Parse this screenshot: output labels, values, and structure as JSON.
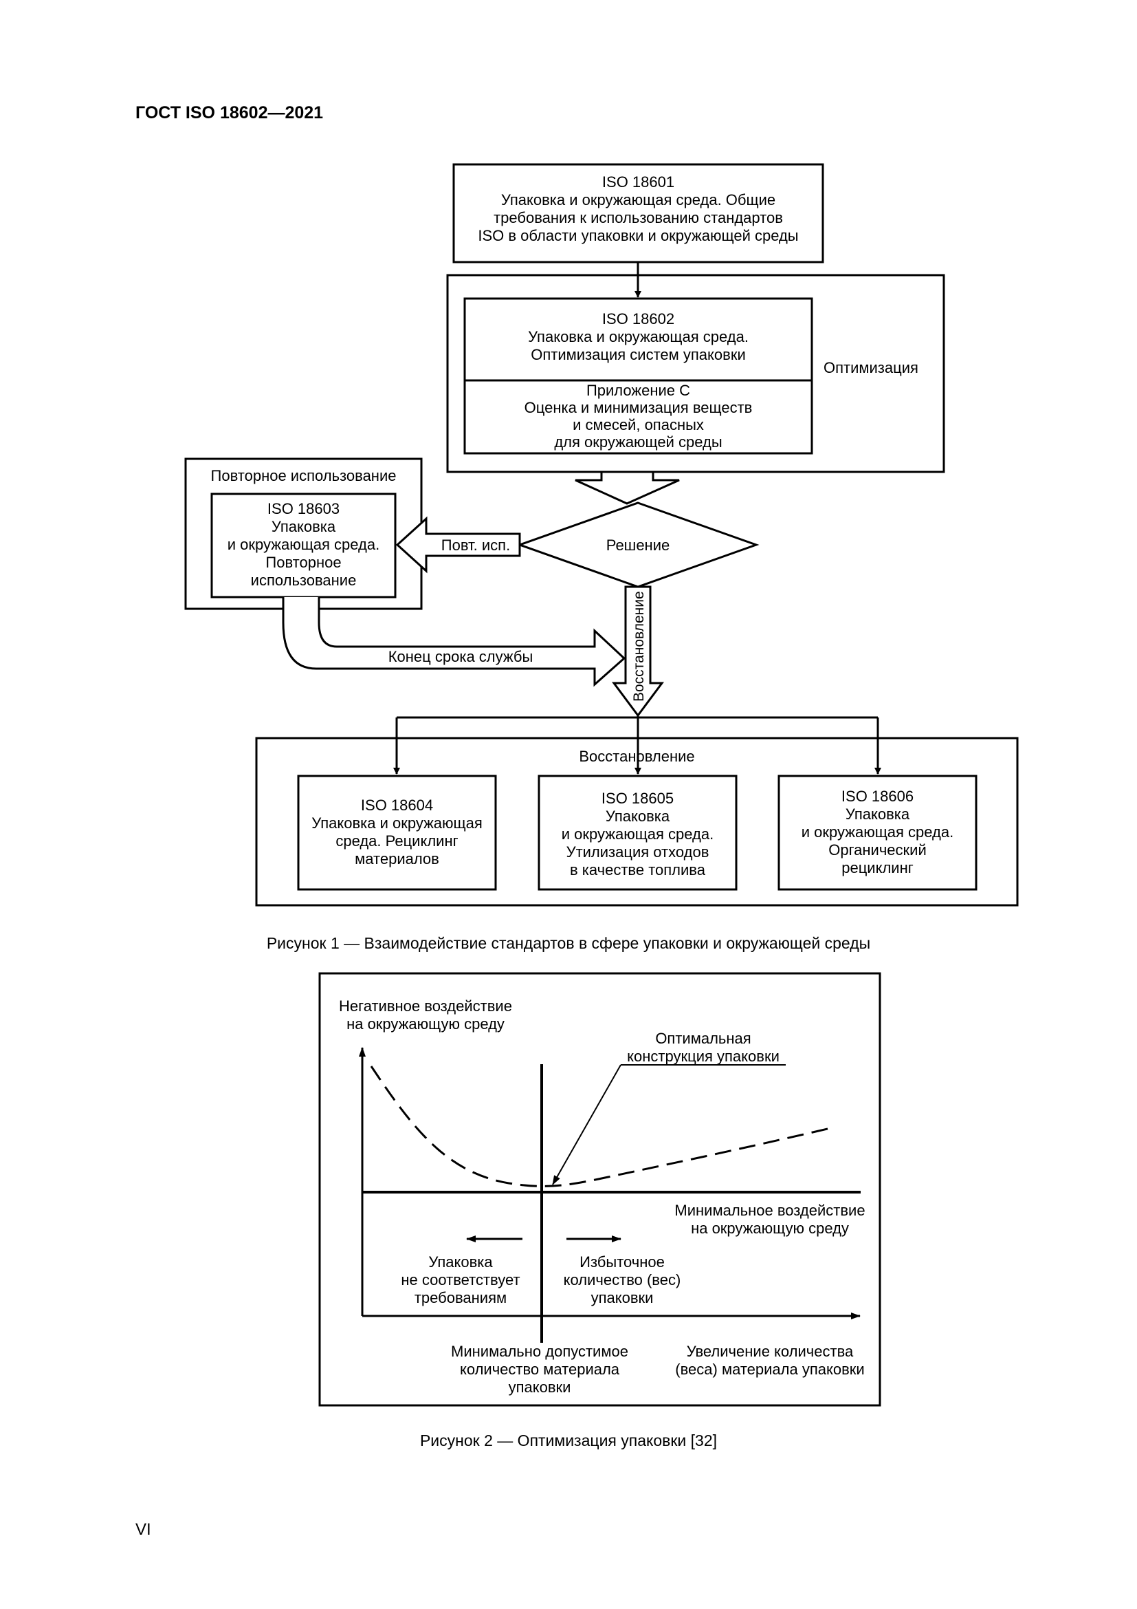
{
  "header": {
    "title": "ГОСТ ISO 18602—2021"
  },
  "figure1": {
    "iso18601": [
      "ISO 18601",
      "Упаковка и окружающая среда. Общие",
      "требования к использованию стандартов",
      "ISO в области упаковки и окружающей среды"
    ],
    "optimization_label": "Оптимизация",
    "iso18602": [
      "ISO 18602",
      "Упаковка и окружающая среда.",
      "Оптимизация систем упаковки"
    ],
    "annex_c": [
      "Приложение С",
      "Оценка и минимизация веществ",
      "и смесей, опасных",
      "для окружающей среды"
    ],
    "reuse_group_label": "Повторное использование",
    "iso18603": [
      "ISO 18603",
      "Упаковка",
      "и окружающая среда.",
      "Повторное",
      "использование"
    ],
    "reuse_arrow_label": "Повт. исп.",
    "decision_label": "Решение",
    "recovery_arrow_label": "Восстановление",
    "end_of_life_label": "Конец срока службы",
    "recovery_group_label": "Восстановление",
    "iso18604": [
      "ISO 18604",
      "Упаковка и окружающая",
      "среда. Рециклинг",
      "материалов"
    ],
    "iso18605": [
      "ISO 18605",
      "Упаковка",
      "и окружающая среда.",
      "Утилизация отходов",
      "в качестве топлива"
    ],
    "iso18606": [
      "ISO 18606",
      "Упаковка",
      "и окружающая среда.",
      "Органический",
      "рециклинг"
    ],
    "caption": "Рисунок 1 — Взаимодействие стандартов в сфере упаковки и окружающей среды"
  },
  "figure2": {
    "y_axis_label": [
      "Негативное воздействие",
      "на окружающую среду"
    ],
    "optimal_label": [
      "Оптимальная",
      "конструкция упаковки"
    ],
    "min_impact_label": [
      "Минимальное воздействие",
      "на окружающую среду"
    ],
    "left_region_label": [
      "Упаковка",
      "не соответствует",
      "требованиям"
    ],
    "right_region_label": [
      "Избыточное",
      "количество (вес)",
      "упаковки"
    ],
    "min_material_label": [
      "Минимально допустимое",
      "количество материала",
      "упаковки"
    ],
    "x_axis_label": [
      "Увеличение количества",
      "(веса) материала упаковки"
    ],
    "caption": "Рисунок 2 — Оптимизация упаковки [32]"
  },
  "footer": {
    "page_number": "VI"
  }
}
